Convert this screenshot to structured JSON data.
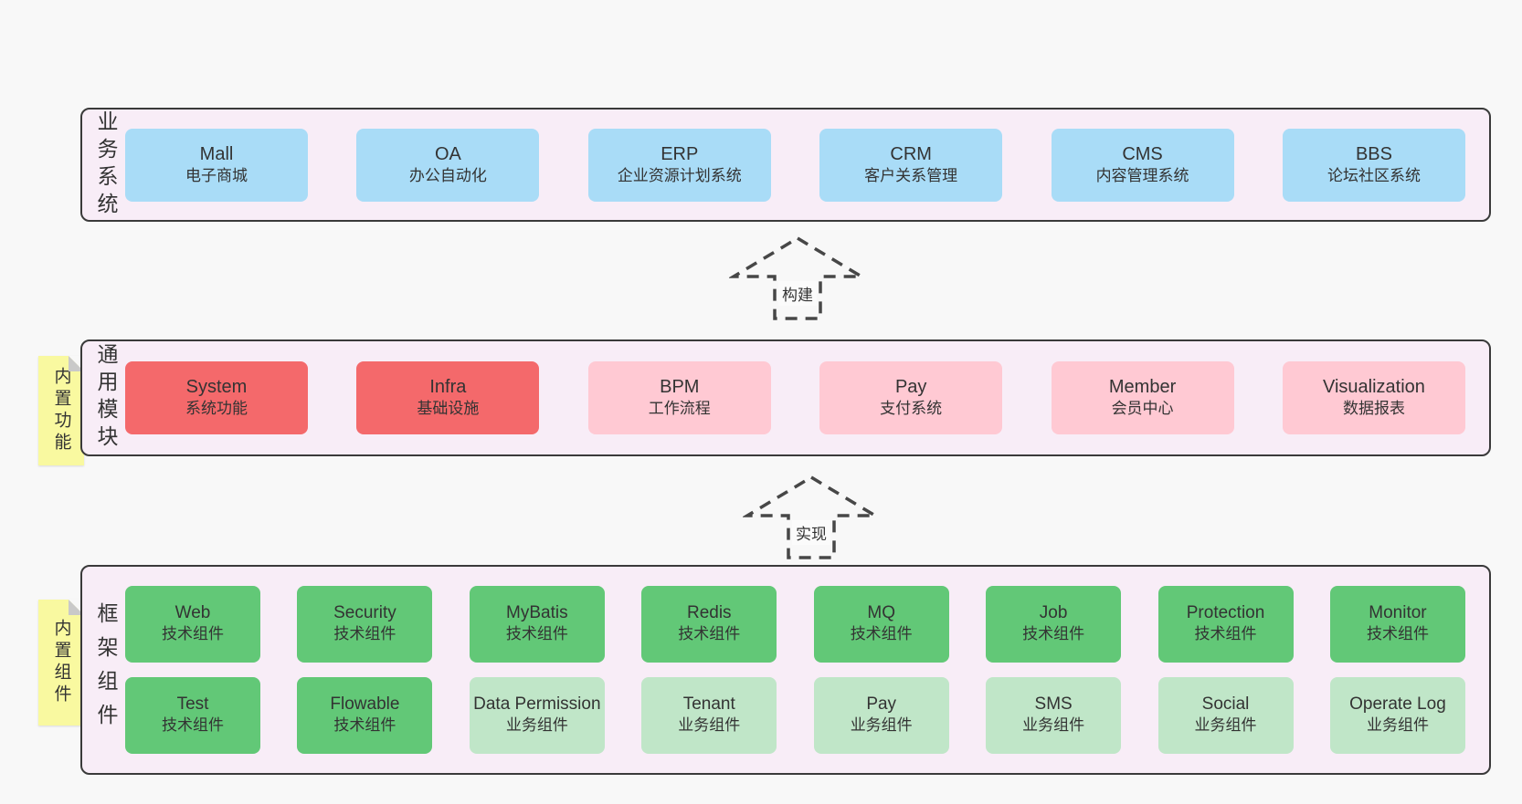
{
  "colors": {
    "background": "#f8f8f8",
    "panel_bg": "#f8edf7",
    "panel_border": "#3a3a3a",
    "blue": "#a9dcf7",
    "red": "#f4696b",
    "pink": "#ffc9d3",
    "green": "#62c877",
    "green_light": "#c0e6c8",
    "sticky_yellow": "#f9f9a0",
    "text": "#333333"
  },
  "panels": [
    {
      "label": "业务系统",
      "items": [
        {
          "name": "Mall",
          "desc": "电子商城",
          "variant": "blue"
        },
        {
          "name": "OA",
          "desc": "办公自动化",
          "variant": "blue"
        },
        {
          "name": "ERP",
          "desc": "企业资源计划系统",
          "variant": "blue"
        },
        {
          "name": "CRM",
          "desc": "客户关系管理",
          "variant": "blue"
        },
        {
          "name": "CMS",
          "desc": "内容管理系统",
          "variant": "blue"
        },
        {
          "name": "BBS",
          "desc": "论坛社区系统",
          "variant": "blue"
        }
      ]
    },
    {
      "label": "通用模块",
      "sticky": "内置功能",
      "items": [
        {
          "name": "System",
          "desc": "系统功能",
          "variant": "red"
        },
        {
          "name": "Infra",
          "desc": "基础设施",
          "variant": "red"
        },
        {
          "name": "BPM",
          "desc": "工作流程",
          "variant": "pink"
        },
        {
          "name": "Pay",
          "desc": "支付系统",
          "variant": "pink"
        },
        {
          "name": "Member",
          "desc": "会员中心",
          "variant": "pink"
        },
        {
          "name": "Visualization",
          "desc": "数据报表",
          "variant": "pink"
        }
      ]
    },
    {
      "label": "框架组件",
      "sticky": "内置组件",
      "rows": [
        [
          {
            "name": "Web",
            "desc": "技术组件",
            "variant": "green"
          },
          {
            "name": "Security",
            "desc": "技术组件",
            "variant": "green"
          },
          {
            "name": "MyBatis",
            "desc": "技术组件",
            "variant": "green"
          },
          {
            "name": "Redis",
            "desc": "技术组件",
            "variant": "green"
          },
          {
            "name": "MQ",
            "desc": "技术组件",
            "variant": "green"
          },
          {
            "name": "Job",
            "desc": "技术组件",
            "variant": "green"
          },
          {
            "name": "Protection",
            "desc": "技术组件",
            "variant": "green"
          },
          {
            "name": "Monitor",
            "desc": "技术组件",
            "variant": "green"
          }
        ],
        [
          {
            "name": "Test",
            "desc": "技术组件",
            "variant": "green"
          },
          {
            "name": "Flowable",
            "desc": "技术组件",
            "variant": "green"
          },
          {
            "name": "Data Permission",
            "desc": "业务组件",
            "variant": "green-light"
          },
          {
            "name": "Tenant",
            "desc": "业务组件",
            "variant": "green-light"
          },
          {
            "name": "Pay",
            "desc": "业务组件",
            "variant": "green-light"
          },
          {
            "name": "SMS",
            "desc": "业务组件",
            "variant": "green-light"
          },
          {
            "name": "Social",
            "desc": "业务组件",
            "variant": "green-light"
          },
          {
            "name": "Operate Log",
            "desc": "业务组件",
            "variant": "green-light"
          }
        ]
      ]
    }
  ],
  "arrows": [
    {
      "label": "构建"
    },
    {
      "label": "实现"
    }
  ]
}
